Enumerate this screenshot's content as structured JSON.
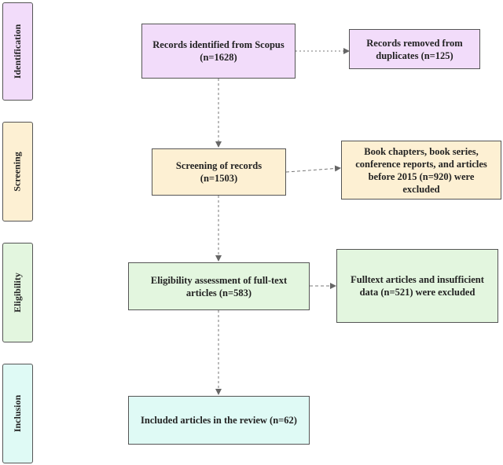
{
  "phases": [
    {
      "label": "Identification",
      "color": "#f2dcfa"
    },
    {
      "label": "Screening",
      "color": "#fdf0d3"
    },
    {
      "label": "Eligibility",
      "color": "#e3f6df"
    },
    {
      "label": "Inclusion",
      "color": "#dffaf5"
    }
  ],
  "boxes": {
    "identified": {
      "line1": "Records identified from Scopus",
      "line2": "(n=1628)"
    },
    "removed": {
      "line1": "Records removed from",
      "line2": "duplicates (n=125)"
    },
    "screening": {
      "line1": "Screening of records",
      "line2": "(n=1503)"
    },
    "excluded_screening": {
      "line1": "Book chapters, book series,",
      "line2": "conference reports, and  articles",
      "line3": "before 2015 (n=920) were",
      "line4": "excluded"
    },
    "eligibility": {
      "line1": "Eligibility assessment of full-text",
      "line2": "articles (n=583)"
    },
    "excluded_eligibility": {
      "line1": "Fulltext articles and insufficient",
      "line2": "data (n=521) were excluded"
    },
    "included": {
      "line1": "Included articles in the review (n=62)"
    }
  }
}
